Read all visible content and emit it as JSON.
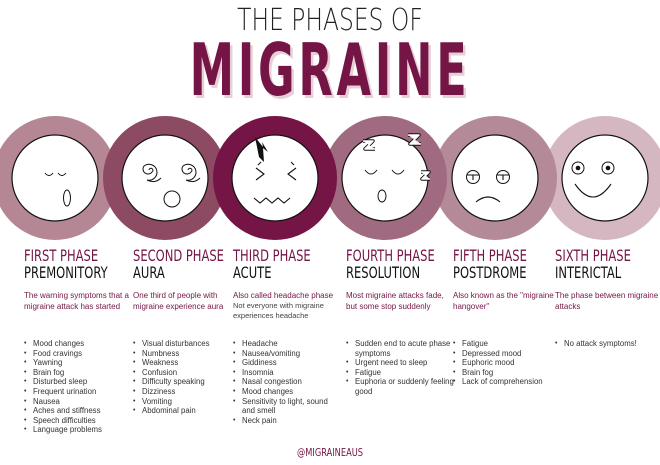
{
  "header": {
    "subtitle": "THE PHASES OF",
    "title": "MIGRAINE"
  },
  "colors": {
    "brand": "#741545",
    "ring1": "#b58795",
    "ring2": "#8d4a63",
    "ring3": "#741545",
    "ring4": "#a06a80",
    "ring5": "#b58a98",
    "ring6": "#d4b7c1"
  },
  "phases": [
    {
      "ordinal": "FIRST PHASE",
      "name": "PREMONITORY",
      "face_icon": "yawning-face-icon",
      "description": "The warning symptoms that a migraine attack has started",
      "note": "",
      "symptoms": [
        "Mood changes",
        "Food cravings",
        "Yawning",
        "Brain fog",
        "Disturbed sleep",
        "Frequent urination",
        "Nausea",
        "Aches and stiffness",
        "Speech difficulties",
        "Language problems"
      ]
    },
    {
      "ordinal": "SECOND PHASE",
      "name": "AURA",
      "face_icon": "dizzy-face-icon",
      "description": "One third of people with migraine experience aura",
      "note": "",
      "symptoms": [
        "Visual disturbances",
        "Numbness",
        "Weakness",
        "Confusion",
        "Difficulty speaking",
        "Dizziness",
        "Vomiting",
        "Abdominal pain"
      ]
    },
    {
      "ordinal": "THIRD PHASE",
      "name": "ACUTE",
      "face_icon": "pain-face-icon",
      "description": "Also called headache phase",
      "note": "Not everyone with migraine experiences headache",
      "symptoms": [
        "Headache",
        "Nausea/vomiting",
        "Giddiness",
        "Insomnia",
        "Nasal congestion",
        "Mood changes",
        "Sensitivity to light, sound and smell",
        "Neck pain"
      ]
    },
    {
      "ordinal": "FOURTH PHASE",
      "name": "RESOLUTION",
      "face_icon": "sleeping-face-icon",
      "description": "Most migraine attacks fade, but some stop suddenly",
      "note": "",
      "symptoms": [
        "Sudden end to acute phase symptoms",
        "Urgent need to sleep",
        "Fatigue",
        "Euphoria or suddenly feeling good"
      ]
    },
    {
      "ordinal": "FIFTH PHASE",
      "name": "POSTDROME",
      "face_icon": "tired-frown-face-icon",
      "description": "Also known as the \"migraine hangover\"",
      "note": "",
      "symptoms": [
        "Fatigue",
        "Depressed mood",
        "Euphoric mood",
        "Brain fog",
        "Lack of comprehension"
      ]
    },
    {
      "ordinal": "SIXTH PHASE",
      "name": "INTERICTAL",
      "face_icon": "smiling-face-icon",
      "description": "The phase between migraine attacks",
      "note": "",
      "symptoms": [
        "No attack symptoms!"
      ]
    }
  ],
  "footer": {
    "handle": "@MIGRAINEAUS"
  }
}
